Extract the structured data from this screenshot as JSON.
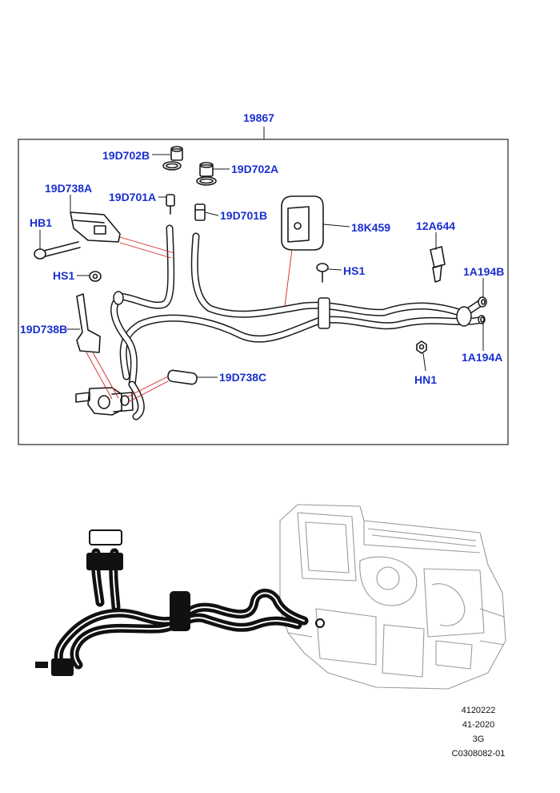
{
  "callouts": {
    "assembly": "19867",
    "c_19d702b": "19D702B",
    "c_19d702a": "19D702A",
    "c_19d738a": "19D738A",
    "c_19d701a": "19D701A",
    "c_19d701b": "19D701B",
    "c_hb1": "HB1",
    "c_18k459": "18K459",
    "c_12a644": "12A644",
    "c_hs1_left": "HS1",
    "c_hs1_mid": "HS1",
    "c_1a194b": "1A194B",
    "c_19d738b": "19D738B",
    "c_1a194a": "1A194A",
    "c_19d738c": "19D738C",
    "c_hn1": "HN1"
  },
  "reference": {
    "line1": "4120222",
    "line2": "41-2020",
    "line3": "3G",
    "line4": "C0308082-01"
  },
  "colors": {
    "callout_text": "#1a2fd0",
    "highlight_lines": "#d32020",
    "ghost_context": "#9a9a9a"
  }
}
